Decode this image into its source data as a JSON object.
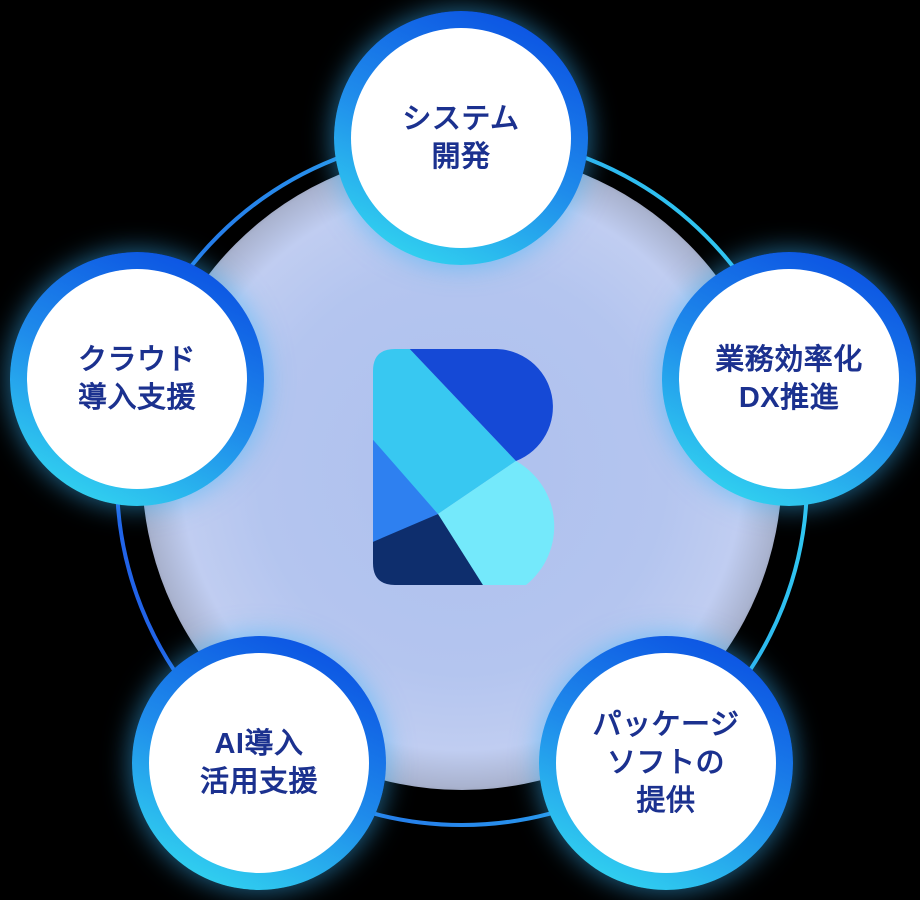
{
  "background_color": "#000000",
  "center": {
    "logo_name": "b-mark-logo",
    "glow_color": "#aec0ee",
    "logo_colors": {
      "dark_blue": "#1549d6",
      "cyan_band": "#38c8f1",
      "medium_blue": "#2e80f0",
      "navy": "#0e2e6d",
      "light_cyan": "#74e9fb"
    }
  },
  "orbit_ring": {
    "gradient_start": "#2161e8",
    "gradient_end": "#31cdf1"
  },
  "node_style": {
    "ring_gradient_top": "#0a4ee2",
    "ring_gradient_bottom": "#33d9f0",
    "fill": "#ffffff",
    "text_color": "#1b318f"
  },
  "nodes": [
    {
      "id": "system-development",
      "label": "システム\n開発"
    },
    {
      "id": "business-efficiency-dx",
      "label": "業務効率化\nDX推進"
    },
    {
      "id": "package-software",
      "label": "パッケージ\nソフトの\n提供"
    },
    {
      "id": "ai-adoption-support",
      "label": "AI導入\n活用支援"
    },
    {
      "id": "cloud-adoption-support",
      "label": "クラウド\n導入支援"
    }
  ]
}
